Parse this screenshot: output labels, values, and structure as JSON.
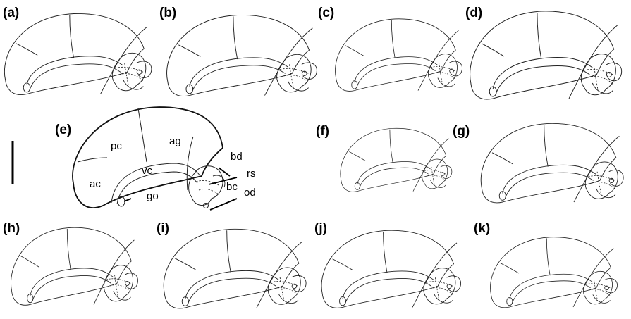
{
  "panels": [
    {
      "id": "a",
      "label": "(a)"
    },
    {
      "id": "b",
      "label": "(b)"
    },
    {
      "id": "c",
      "label": "(c)"
    },
    {
      "id": "d",
      "label": "(d)"
    },
    {
      "id": "e",
      "label": "(e)"
    },
    {
      "id": "f",
      "label": "(f)"
    },
    {
      "id": "g",
      "label": "(g)"
    },
    {
      "id": "h",
      "label": "(h)"
    },
    {
      "id": "i",
      "label": "(i)"
    },
    {
      "id": "j",
      "label": "(j)"
    },
    {
      "id": "k",
      "label": "(k)"
    }
  ],
  "annotations": {
    "pc": "pc",
    "ag": "ag",
    "ac": "ac",
    "vc": "vc",
    "go": "go",
    "bd": "bd",
    "rs": "rs",
    "bc": "bc",
    "od": "od"
  }
}
